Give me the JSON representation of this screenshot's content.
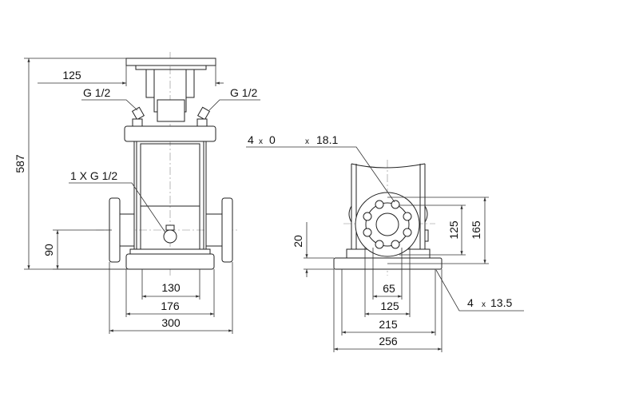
{
  "side_view": {
    "dim_height": "587",
    "dim_top_width": "125",
    "vent_left": "G 1/2",
    "vent_right": "G 1/2",
    "drain": "1 X G 1/2",
    "dim_inlet_height": "90",
    "dim_base_inner": "130",
    "dim_base": "176",
    "dim_port_to_port": "300"
  },
  "front_view": {
    "flange_holes_count": "4",
    "flange_holes_x": "x",
    "flange_holes_mid": "0",
    "flange_holes_size": "18.1",
    "dim_bolt_circle": "125",
    "dim_flange": "165",
    "dim_base_thickness": "20",
    "dim_a": "65",
    "dim_b": "125",
    "dim_c": "215",
    "dim_d": "256",
    "base_holes_count": "4",
    "base_holes_x": "x",
    "base_holes_size": "13.5"
  }
}
